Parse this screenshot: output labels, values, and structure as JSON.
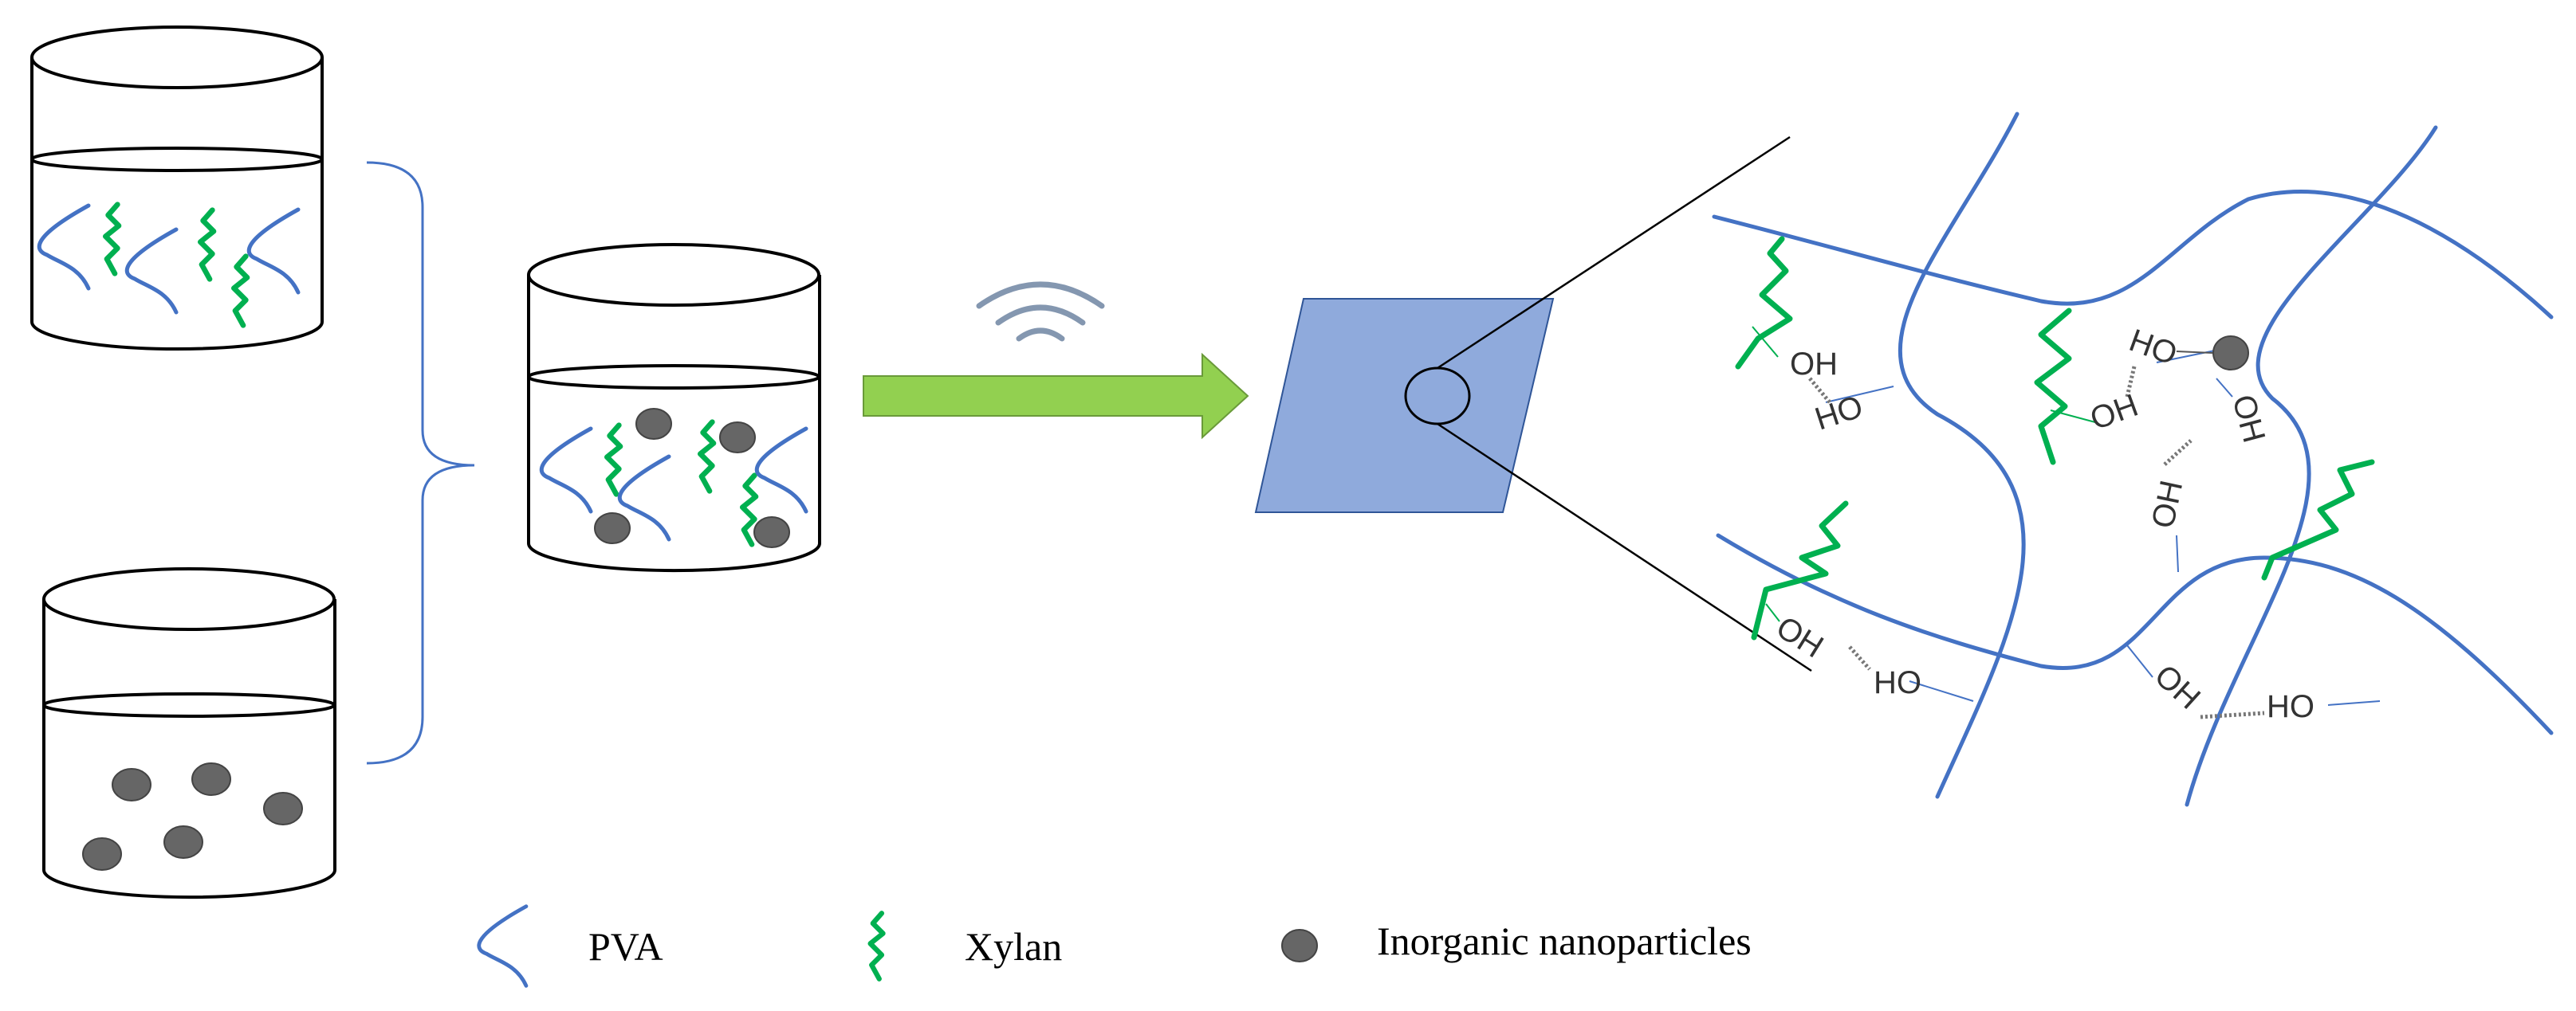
{
  "colors": {
    "pva": "#4472c4",
    "xylan": "#00b050",
    "nanoparticle": "#666666",
    "arrow": "#92d050",
    "film": "#8faadc",
    "outline": "#000000",
    "wifi": "#8497b0"
  },
  "icons": {
    "process": "wifi-icon",
    "pva": "pva-chain-icon",
    "xylan": "xylan-chain-icon",
    "nanoparticle": "nanoparticle-dot-icon"
  },
  "network": {
    "oh_labels": [
      "OH",
      "HO",
      "HO",
      "OH",
      "OH",
      "OH",
      "OH",
      "OH",
      "HO",
      "OH",
      "HO"
    ]
  },
  "legend": {
    "pva": "PVA",
    "xylan": "Xylan",
    "nanoparticles": "Inorganic nanoparticles"
  }
}
